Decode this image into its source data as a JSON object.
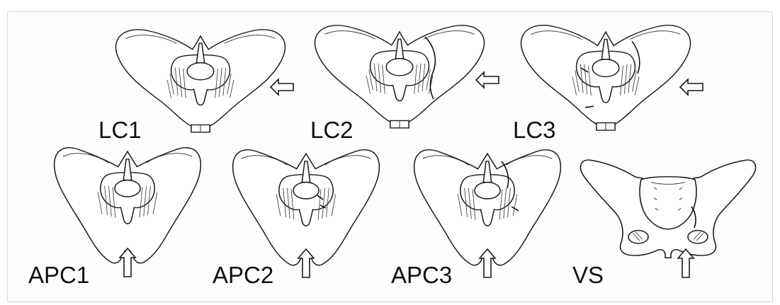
{
  "panels": [
    {
      "label": "LC1",
      "view": "inlet",
      "force": "lateral"
    },
    {
      "label": "LC2",
      "view": "inlet",
      "force": "lateral"
    },
    {
      "label": "LC3",
      "view": "inlet",
      "force": "lateral"
    },
    {
      "label": "APC1",
      "view": "inlet",
      "force": "anteroposterior"
    },
    {
      "label": "APC2",
      "view": "inlet",
      "force": "anteroposterior"
    },
    {
      "label": "APC3",
      "view": "inlet",
      "force": "anteroposterior"
    },
    {
      "label": "VS",
      "view": "anterior",
      "force": "vertical"
    }
  ],
  "icons": {
    "arrow": "outline-arrow-icon",
    "figure": "pelvis-icon"
  },
  "colors": {
    "line": "#1a1a1a",
    "background": "#ffffff",
    "frame": "#d9d9d9"
  }
}
